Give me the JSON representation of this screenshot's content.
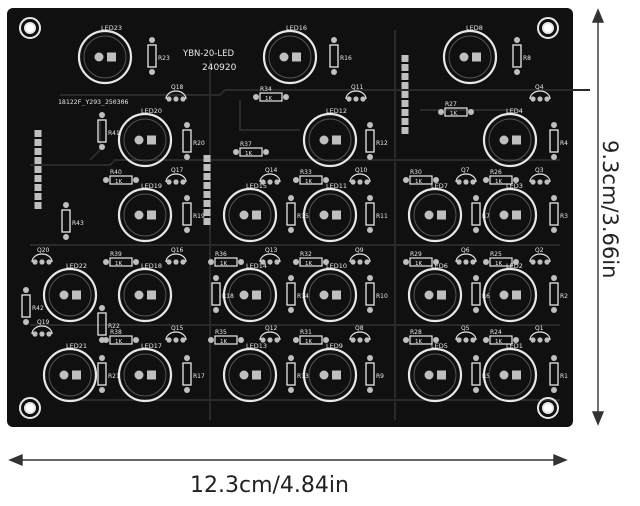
{
  "board": {
    "model": "YBN-20-LED",
    "date": "240920",
    "batch": "18122F_Y293_250306",
    "color_board": "#111111",
    "color_silk": "#e8e8e8",
    "color_pad": "#bfbfbf"
  },
  "dimensions": {
    "width_label": "12.3cm/4.84in",
    "height_label": "9.3cm/3.66in"
  },
  "leds": [
    {
      "name": "LED23"
    },
    {
      "name": "LED16"
    },
    {
      "name": "LED8"
    },
    {
      "name": "LED20"
    },
    {
      "name": "LED12"
    },
    {
      "name": "LED4"
    },
    {
      "name": "LED19"
    },
    {
      "name": "LED15"
    },
    {
      "name": "LED11"
    },
    {
      "name": "LED7"
    },
    {
      "name": "LED3"
    },
    {
      "name": "LED22"
    },
    {
      "name": "LED18"
    },
    {
      "name": "LED14"
    },
    {
      "name": "LED10"
    },
    {
      "name": "LED6"
    },
    {
      "name": "LED2"
    },
    {
      "name": "LED21"
    },
    {
      "name": "LED17"
    },
    {
      "name": "LED13"
    },
    {
      "name": "LED9"
    },
    {
      "name": "LED5"
    },
    {
      "name": "LED1"
    }
  ],
  "resistors": [
    "R23",
    "R16",
    "R8",
    "R20",
    "R12",
    "R4",
    "R19",
    "R15",
    "R11",
    "R7",
    "R3",
    "R18",
    "R14",
    "R10",
    "R6",
    "R2",
    "R22",
    "R42",
    "R21",
    "R17",
    "R13",
    "R9",
    "R5",
    "R1",
    "R43",
    "R41",
    "R34",
    "R27",
    "R37",
    "R40",
    "R33",
    "R30",
    "R26",
    "R39",
    "R36",
    "R32",
    "R29",
    "R25",
    "R38",
    "R35",
    "R31",
    "R28",
    "R24"
  ],
  "transistors": [
    "Q18",
    "Q11",
    "Q4",
    "Q17",
    "Q14",
    "Q10",
    "Q7",
    "Q3",
    "Q16",
    "Q13",
    "Q9",
    "Q6",
    "Q2",
    "Q20",
    "Q19",
    "Q15",
    "Q12",
    "Q8",
    "Q5",
    "Q1"
  ],
  "resistor_value_text": "1K"
}
